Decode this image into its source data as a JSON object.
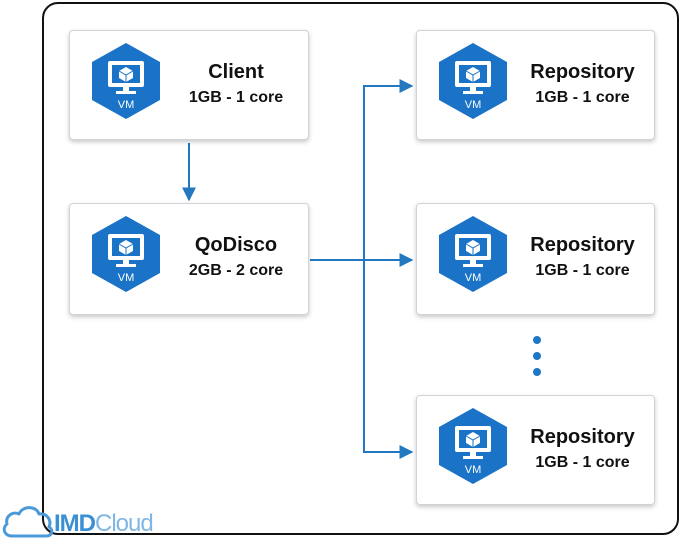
{
  "nodes": {
    "client": {
      "title": "Client",
      "spec": "1GB - 1 core",
      "icon": "vm-icon",
      "badge": "VM"
    },
    "qodisco": {
      "title": "QoDisco",
      "spec": "2GB - 2 core",
      "icon": "vm-icon",
      "badge": "VM"
    },
    "repositories": [
      {
        "title": "Repository",
        "spec": "1GB - 1 core",
        "icon": "vm-icon",
        "badge": "VM"
      },
      {
        "title": "Repository",
        "spec": "1GB - 1 core",
        "icon": "vm-icon",
        "badge": "VM"
      },
      {
        "title": "Repository",
        "spec": "1GB - 1 core",
        "icon": "vm-icon",
        "badge": "VM"
      }
    ]
  },
  "edges": [
    {
      "from": "Client",
      "to": "QoDisco"
    },
    {
      "from": "QoDisco",
      "to": "Repository 1"
    },
    {
      "from": "QoDisco",
      "to": "Repository 2"
    },
    {
      "from": "QoDisco",
      "to": "Repository 3"
    }
  ],
  "logo": {
    "text_primary": "IMD",
    "text_secondary": "Cloud"
  },
  "colors": {
    "accent": "#1e78c8",
    "hexagon": "#1a73c7",
    "arrow": "#2478c0"
  }
}
